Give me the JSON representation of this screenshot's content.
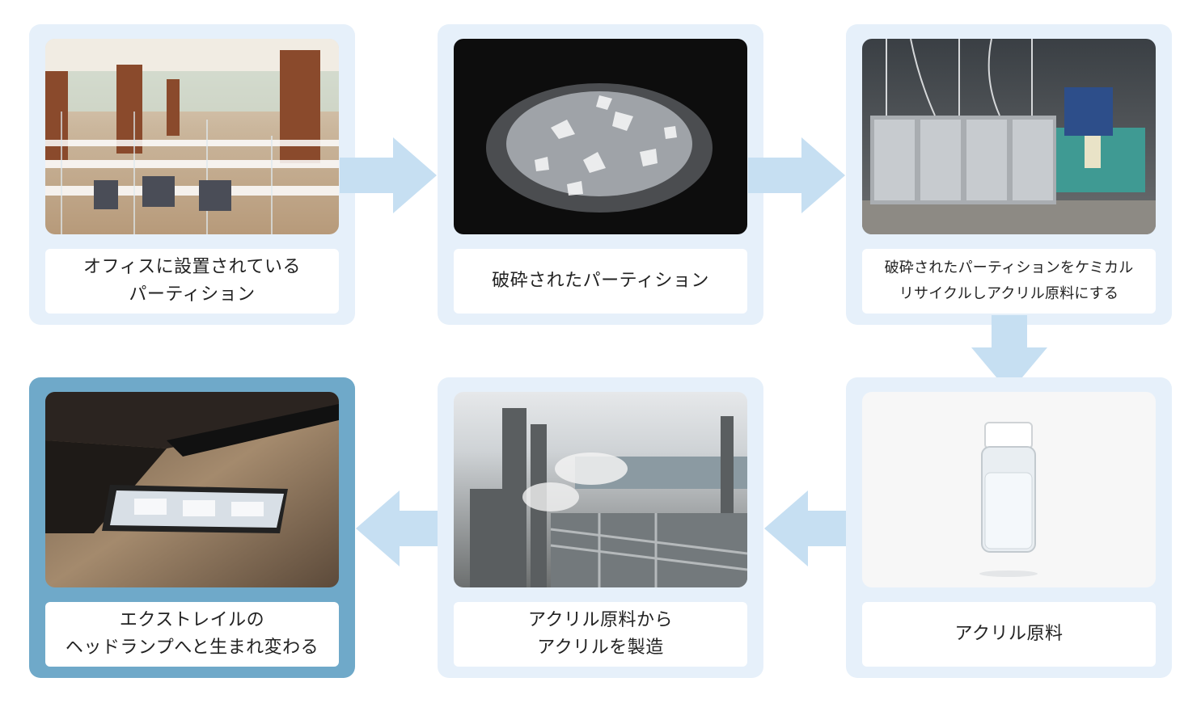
{
  "steps": [
    {
      "id": "office-partition",
      "caption_lines": [
        "オフィスに設置されている",
        "パーティション"
      ]
    },
    {
      "id": "crushed-partition",
      "caption_lines": [
        "破砕されたパーティション"
      ]
    },
    {
      "id": "chemical-recycle",
      "caption_lines": [
        "破砕されたパーティションをケミカル",
        "リサイクルしアクリル原料にする"
      ]
    },
    {
      "id": "acrylic-raw",
      "caption_lines": [
        "アクリル原料"
      ]
    },
    {
      "id": "acrylic-manufacture",
      "caption_lines": [
        "アクリル原料から",
        "アクリルを製造"
      ]
    },
    {
      "id": "headlamp",
      "caption_lines": [
        "エクストレイルの",
        "ヘッドランプへと生まれ変わる"
      ]
    }
  ],
  "colors": {
    "card_background": "#e6f0fa",
    "final_card_background": "#6fa9c9",
    "arrow": "#c6dff2",
    "caption_text": "#222222"
  },
  "icons": {
    "arrow_right": "arrow-right-icon",
    "arrow_down": "arrow-down-icon",
    "arrow_left": "arrow-left-icon"
  }
}
